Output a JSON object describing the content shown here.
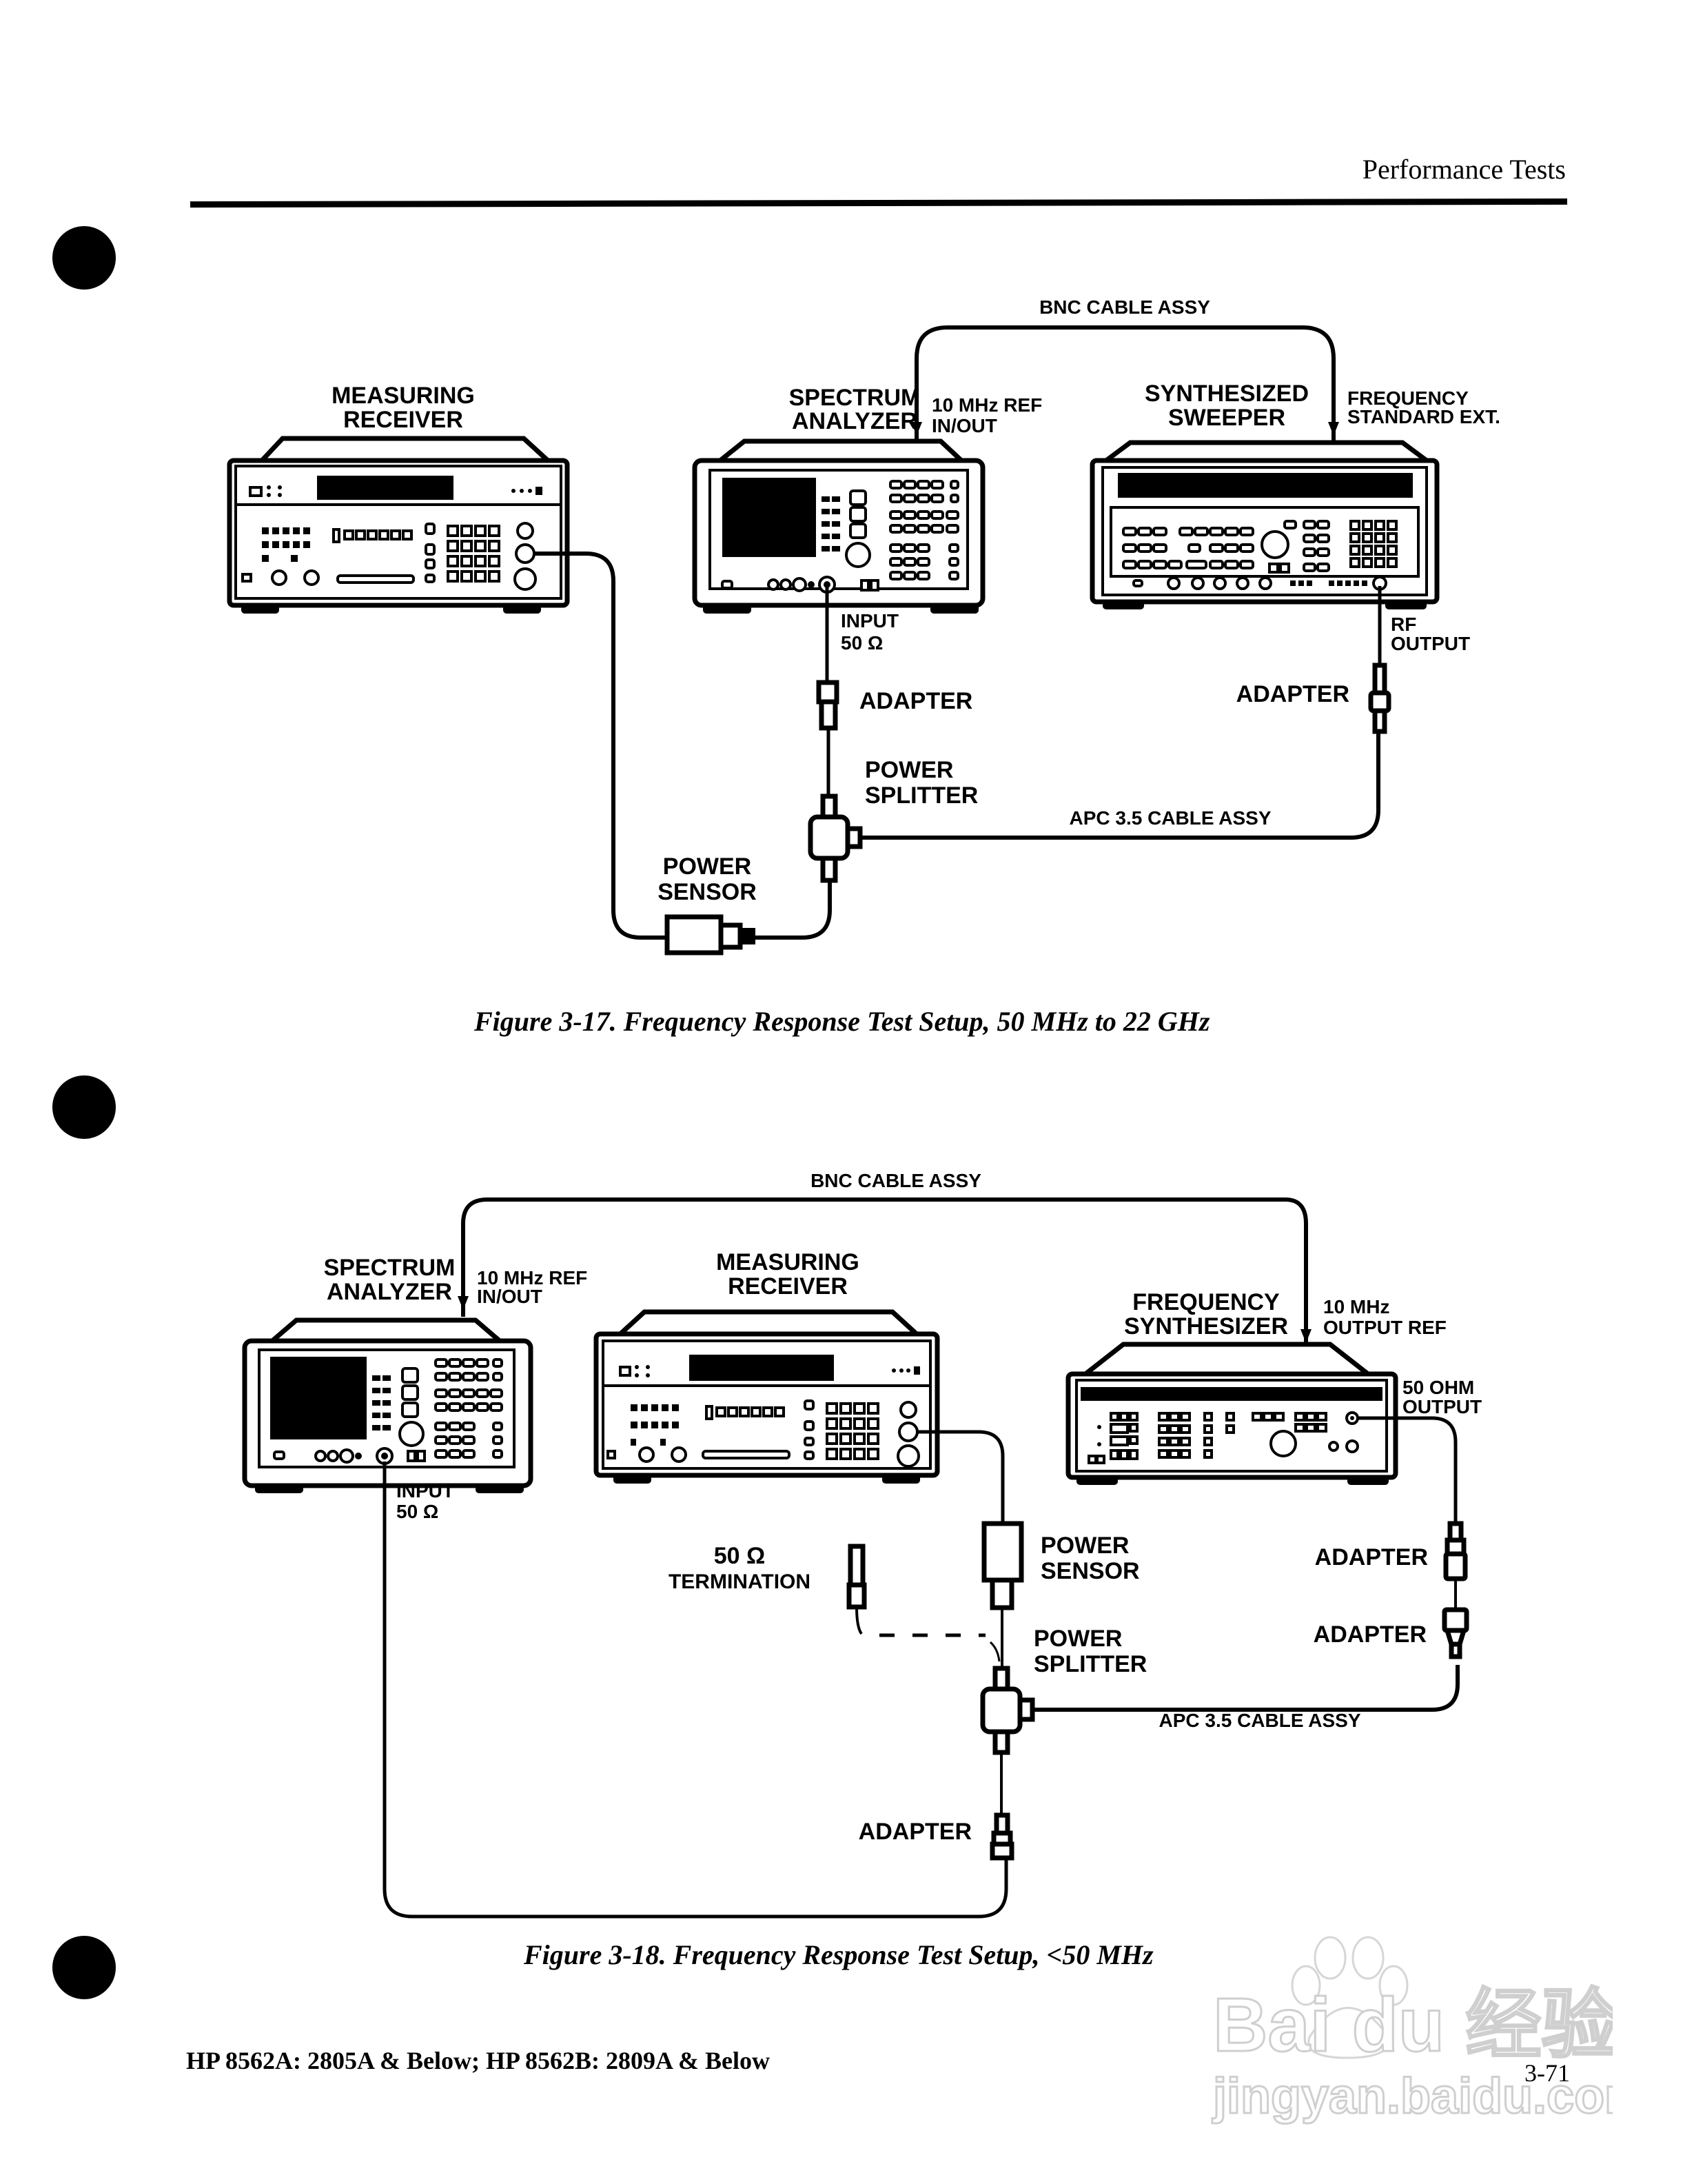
{
  "header": {
    "section_title": "Performance Tests"
  },
  "figure_17": {
    "caption": "Figure 3-17. Frequency Response Test Setup, 50 MHz to 22 GHz",
    "instruments": {
      "measuring_receiver": {
        "line1": "MEASURING",
        "line2": "RECEIVER"
      },
      "spectrum_analyzer": {
        "line1": "SPECTRUM",
        "line2": "ANALYZER"
      },
      "synthesized_sweeper": {
        "line1": "SYNTHESIZED",
        "line2": "SWEEPER"
      }
    },
    "ports": {
      "ref_in_out": {
        "line1": "10 MHz REF",
        "line2": "IN/OUT"
      },
      "freq_std_ext": {
        "line1": "FREQUENCY",
        "line2": "STANDARD EXT."
      },
      "input": {
        "line1": "INPUT",
        "line2": "50 Ω"
      },
      "rf_output": {
        "line1": "RF",
        "line2": "OUTPUT"
      }
    },
    "components": {
      "adapter_left": "ADAPTER",
      "adapter_right": "ADAPTER",
      "power_splitter": {
        "line1": "POWER",
        "line2": "SPLITTER"
      },
      "power_sensor": {
        "line1": "POWER",
        "line2": "SENSOR"
      }
    },
    "cables": {
      "bnc": "BNC CABLE ASSY",
      "apc": "APC 3.5 CABLE ASSY"
    }
  },
  "figure_18": {
    "caption": "Figure 3-18. Frequency Response Test Setup, <50 MHz",
    "instruments": {
      "spectrum_analyzer": {
        "line1": "SPECTRUM",
        "line2": "ANALYZER"
      },
      "measuring_receiver": {
        "line1": "MEASURING",
        "line2": "RECEIVER"
      },
      "frequency_synthesizer": {
        "line1": "FREQUENCY",
        "line2": "SYNTHESIZER"
      }
    },
    "ports": {
      "ref_in_out": {
        "line1": "10 MHz REF",
        "line2": "IN/OUT"
      },
      "output_ref": {
        "line1": "10 MHz",
        "line2": "OUTPUT REF"
      },
      "ohm_output": {
        "line1": "50 OHM",
        "line2": "OUTPUT"
      },
      "input": {
        "line1": "INPUT",
        "line2": "50 Ω"
      }
    },
    "components": {
      "termination": {
        "line1": "50 Ω",
        "line2": "TERMINATION"
      },
      "power_sensor": {
        "line1": "POWER",
        "line2": "SENSOR"
      },
      "power_splitter": {
        "line1": "POWER",
        "line2": "SPLITTER"
      },
      "adapter_upper": "ADAPTER",
      "adapter_lower_right": "ADAPTER",
      "adapter_bottom": "ADAPTER"
    },
    "cables": {
      "bnc": "BNC CABLE ASSY",
      "apc": "APC 3.5 CABLE ASSY"
    }
  },
  "footer": {
    "models": "HP 8562A: 2805A & Below; HP 8562B: 2809A & Below",
    "page_number": "3-71"
  },
  "watermark": {
    "brand": "Bai du 经验",
    "url": "jingyan.baidu.com"
  }
}
